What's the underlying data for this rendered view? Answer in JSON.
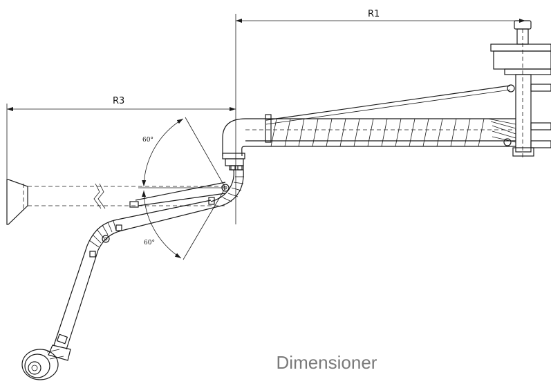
{
  "diagram": {
    "caption": "Dimensioner",
    "dimensions": {
      "r1": "R1",
      "r3": "R3"
    },
    "angles": {
      "upper": "60°",
      "lower": "60°"
    }
  }
}
